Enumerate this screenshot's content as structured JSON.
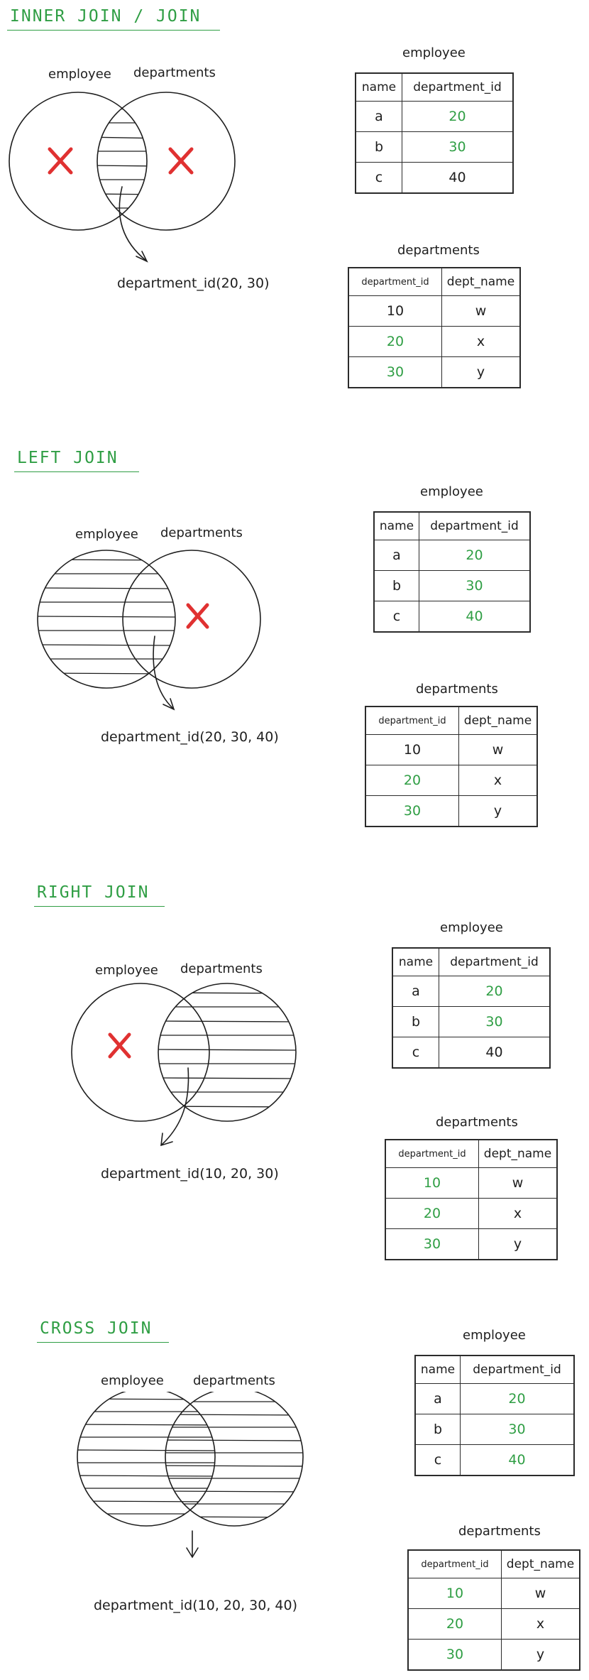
{
  "colors": {
    "accent_green": "#2f9e44",
    "cross_red": "#e03131",
    "ink": "#1e1e1e"
  },
  "sections": [
    {
      "title": "INNER JOIN / JOIN",
      "venn": {
        "left_label": "employee",
        "right_label": "departments",
        "shaded": "intersection",
        "left_mark": "cross-icon",
        "right_mark": "cross-icon"
      },
      "result": "department_id(20, 30)",
      "employee": {
        "caption": "employee",
        "headers": [
          "name",
          "department_id"
        ],
        "rows": [
          {
            "name": "a",
            "department_id": "20",
            "hl": true
          },
          {
            "name": "b",
            "department_id": "30",
            "hl": true
          },
          {
            "name": "c",
            "department_id": "40",
            "hl": false
          }
        ]
      },
      "departments": {
        "caption": "departments",
        "headers": [
          "department_id",
          "dept_name"
        ],
        "rows": [
          {
            "department_id": "10",
            "dept_name": "w",
            "hl": false
          },
          {
            "department_id": "20",
            "dept_name": "x",
            "hl": true
          },
          {
            "department_id": "30",
            "dept_name": "y",
            "hl": true
          }
        ]
      }
    },
    {
      "title": "LEFT JOIN",
      "venn": {
        "left_label": "employee",
        "right_label": "departments",
        "shaded": "left",
        "left_mark": "",
        "right_mark": "cross-icon"
      },
      "result": "department_id(20, 30, 40)",
      "employee": {
        "caption": "employee",
        "headers": [
          "name",
          "department_id"
        ],
        "rows": [
          {
            "name": "a",
            "department_id": "20",
            "hl": true
          },
          {
            "name": "b",
            "department_id": "30",
            "hl": true
          },
          {
            "name": "c",
            "department_id": "40",
            "hl": true
          }
        ]
      },
      "departments": {
        "caption": "departments",
        "headers": [
          "department_id",
          "dept_name"
        ],
        "rows": [
          {
            "department_id": "10",
            "dept_name": "w",
            "hl": false
          },
          {
            "department_id": "20",
            "dept_name": "x",
            "hl": true
          },
          {
            "department_id": "30",
            "dept_name": "y",
            "hl": true
          }
        ]
      }
    },
    {
      "title": "RIGHT JOIN",
      "venn": {
        "left_label": "employee",
        "right_label": "departments",
        "shaded": "right",
        "left_mark": "cross-icon",
        "right_mark": ""
      },
      "result": "department_id(10, 20, 30)",
      "employee": {
        "caption": "employee",
        "headers": [
          "name",
          "department_id"
        ],
        "rows": [
          {
            "name": "a",
            "department_id": "20",
            "hl": true
          },
          {
            "name": "b",
            "department_id": "30",
            "hl": true
          },
          {
            "name": "c",
            "department_id": "40",
            "hl": false
          }
        ]
      },
      "departments": {
        "caption": "departments",
        "headers": [
          "department_id",
          "dept_name"
        ],
        "rows": [
          {
            "department_id": "10",
            "dept_name": "w",
            "hl": true
          },
          {
            "department_id": "20",
            "dept_name": "x",
            "hl": true
          },
          {
            "department_id": "30",
            "dept_name": "y",
            "hl": true
          }
        ]
      }
    },
    {
      "title": "CROSS JOIN",
      "venn": {
        "left_label": "employee",
        "right_label": "departments",
        "shaded": "both",
        "left_mark": "",
        "right_mark": ""
      },
      "result": "department_id(10, 20, 30, 40)",
      "employee": {
        "caption": "employee",
        "headers": [
          "name",
          "department_id"
        ],
        "rows": [
          {
            "name": "a",
            "department_id": "20",
            "hl": true
          },
          {
            "name": "b",
            "department_id": "30",
            "hl": true
          },
          {
            "name": "c",
            "department_id": "40",
            "hl": true
          }
        ]
      },
      "departments": {
        "caption": "departments",
        "headers": [
          "department_id",
          "dept_name"
        ],
        "rows": [
          {
            "department_id": "10",
            "dept_name": "w",
            "hl": true
          },
          {
            "department_id": "20",
            "dept_name": "x",
            "hl": true
          },
          {
            "department_id": "30",
            "dept_name": "y",
            "hl": true
          }
        ]
      }
    }
  ]
}
